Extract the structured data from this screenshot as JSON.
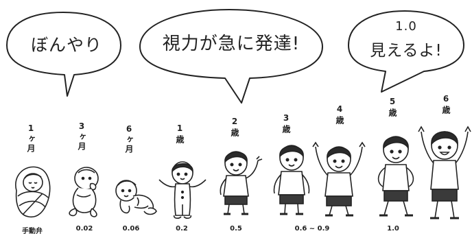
{
  "bubbles": [
    {
      "text": "ぼんやり"
    },
    {
      "text": "視力が急に発達!"
    },
    {
      "line1": "1.0",
      "line2": "見えるよ!"
    }
  ],
  "stages": [
    {
      "age": "1ヶ月",
      "vision": "手動弁",
      "figure": "swaddled-newborn"
    },
    {
      "age": "3ヶ月",
      "vision": "0.02",
      "figure": "baby-lying"
    },
    {
      "age": "6ヶ月",
      "vision": "0.06",
      "figure": "baby-crawling"
    },
    {
      "age": "1歳",
      "vision": "0.2",
      "figure": "toddler-standing"
    },
    {
      "age": "2歳",
      "vision": "0.5",
      "figure": "child-waving"
    },
    {
      "age": "3歳",
      "vision": "",
      "figure": "child-standing"
    },
    {
      "age": "4歳",
      "vision": "0.6 ~ 0.9",
      "figure": "child-arms-up"
    },
    {
      "age": "5歳",
      "vision": "1.0",
      "figure": "child-hands-on-hips"
    },
    {
      "age": "6歳",
      "vision": "",
      "figure": "child-cheering"
    }
  ],
  "colors": {
    "ink": "#222222",
    "hair": "#2b2b2b",
    "shorts": "#3a3a3a",
    "paper": "#ffffff"
  }
}
